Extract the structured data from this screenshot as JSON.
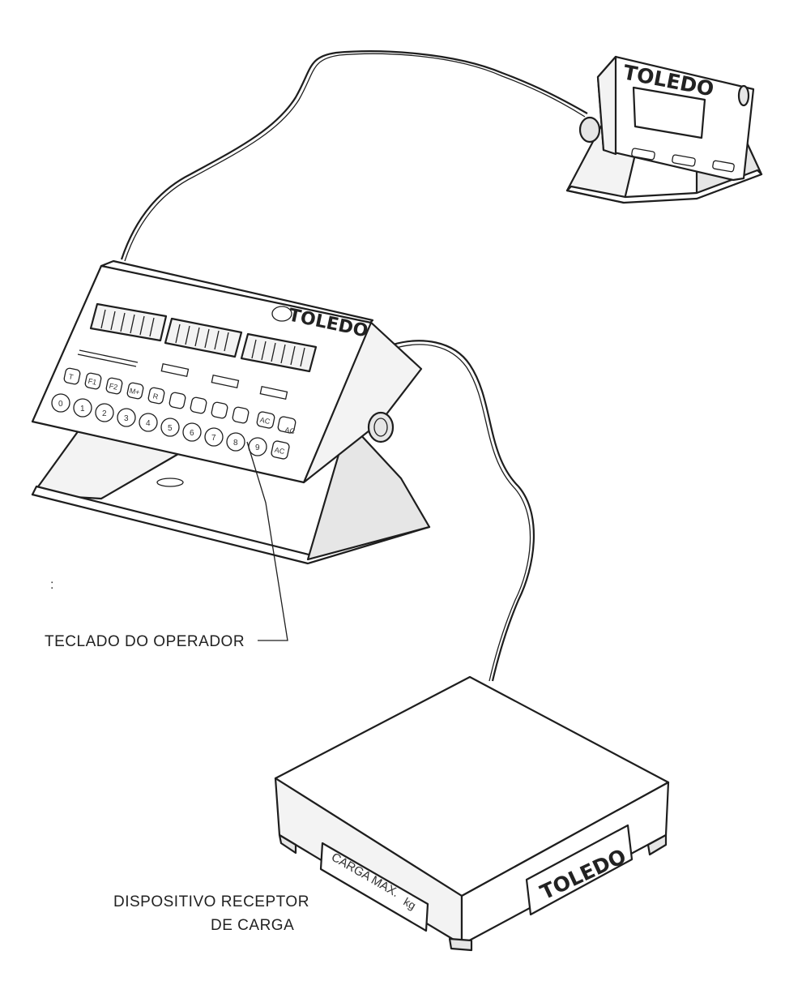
{
  "labels": {
    "operator_keyboard": "TECLADO DO OPERADOR",
    "load_receiver_line1": "DISPOSITIVO RECEPTOR",
    "load_receiver_line2": "DE CARGA"
  },
  "brand": {
    "remote_display": "TOLEDO",
    "terminal": "TOLEDO",
    "platform": "TOLEDO"
  },
  "platform_plate": {
    "capacity_label": "CARGA MAX.",
    "unit": "kg"
  },
  "terminal_keypad": {
    "keys_row1": [
      "T",
      "F1",
      "F2",
      "M+",
      "R",
      "",
      "",
      "",
      "",
      "AC"
    ],
    "keys_row2": [
      "0",
      "1",
      "2",
      "3",
      "4",
      "5",
      "6",
      "7",
      "8",
      "9"
    ],
    "keys_side": [
      "AC",
      "AC"
    ]
  },
  "colors": {
    "ink": "#1e1e1e",
    "background": "#ffffff"
  }
}
